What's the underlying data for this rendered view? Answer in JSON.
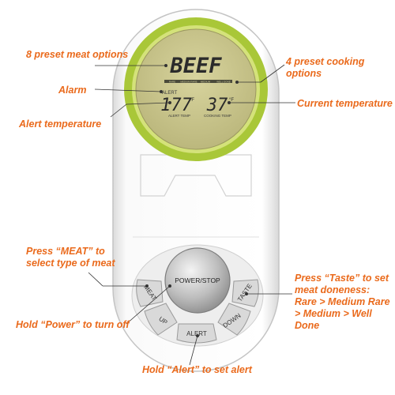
{
  "colors": {
    "accent": "#ea6a1c",
    "bezel": "#a9c738",
    "lcd": "#c9c58a",
    "body": "#ffffff"
  },
  "callouts": {
    "meat_options": "8 preset meat options",
    "alarm": "Alarm",
    "alert_temperature": "Alert temperature",
    "cooking_options": "4 preset cooking options",
    "current_temperature": "Current temperature",
    "press_meat": "Press “MEAT” to select type of meat",
    "hold_power": "Hold “Power” to turn off",
    "hold_alert": "Hold “Alert” to set alert",
    "press_taste": "Press “Taste” to set meat doneness: Rare > Medium Rare > Medium > Well Done"
  },
  "display": {
    "meat_type": "BEEF",
    "alert_label": "ALERT",
    "alert_temp": "177",
    "alert_unit": "°F",
    "cooking_temp": "37",
    "cooking_unit": "°F",
    "alert_temp_label": "ALERT TEMP",
    "cooking_temp_label": "COOKING TEMP",
    "doneness": [
      "RARE",
      "MEDIUM RARE",
      "MEDIUM",
      "WELL DONE"
    ]
  },
  "buttons": {
    "power": "POWER/STOP",
    "meat": "MEAT",
    "up": "UP",
    "alert": "ALERT",
    "down": "DOWN",
    "taste": "TASTE"
  }
}
